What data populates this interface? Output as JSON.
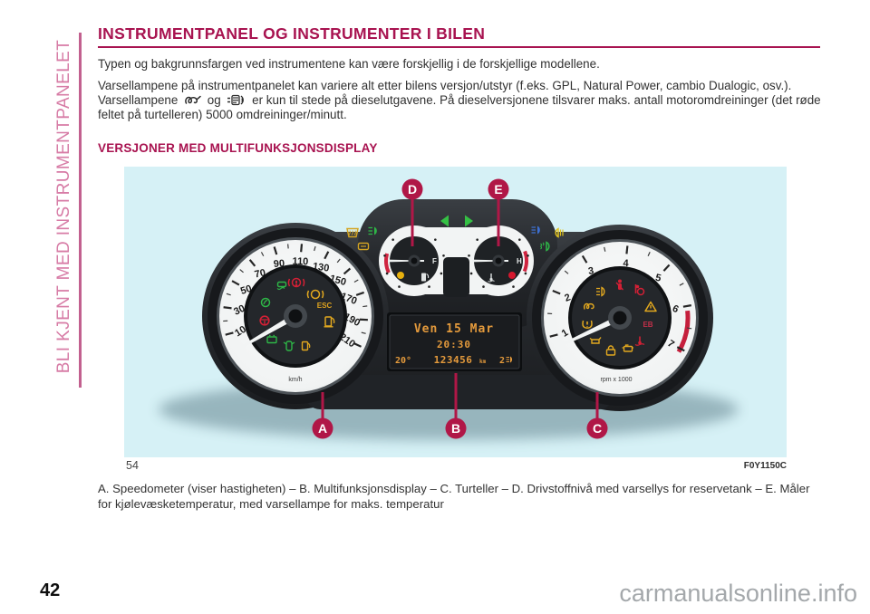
{
  "sidebar": {
    "label": "BLI KJENT MED INSTRUMENTPANELET"
  },
  "page": {
    "number": "42",
    "watermark": "carmanualsonline.info"
  },
  "article": {
    "title": "INSTRUMENTPANEL OG INSTRUMENTER I BILEN",
    "paragraph1": "Typen og bakgrunnsfargen ved instrumentene kan være forskjellig i de forskjellige modellene.",
    "paragraph2_part1": "Varsellampene på instrumentpanelet kan variere alt etter bilens versjon/utstyr (f.eks. GPL, Natural Power, cambio Dualogic, osv.). Varsellampene",
    "paragraph2_conj": "og",
    "paragraph2_part2": "er kun til stede på dieselutgavene. På dieselversjonene tilsvarer maks. antall motoromdreininger (det røde feltet på turtelleren) 5000 omdreininger/minutt.",
    "section_heading": "VERSJONER MED MULTIFUNKSJONSDISPLAY",
    "caption": "A. Speedometer (viser hastigheten) – B. Multifunksjonsdisplay – C. Turteller – D. Drivstoffnivå med varsellys for reservetank – E. Måler for kjølevæsketemperatur, med varsellampe for maks. temperatur"
  },
  "figure": {
    "number": "54",
    "code": "F0Y1150C",
    "markers": {
      "a": "A",
      "b": "B",
      "c": "C",
      "d": "D",
      "e": "E"
    },
    "speedometer": {
      "unit": "km/h",
      "ticks": [
        "10",
        "30",
        "50",
        "70",
        "90",
        "110",
        "130",
        "150",
        "170",
        "190",
        "210"
      ],
      "esc_label": "ESC"
    },
    "tachometer": {
      "unit": "rpm x 1000",
      "ticks": [
        "1",
        "2",
        "3",
        "4",
        "5",
        "6",
        "7"
      ],
      "eb_label": "EB"
    },
    "fuel_gauge": {
      "full_label": "F"
    },
    "temp_gauge": {
      "hot_label": "H"
    },
    "display": {
      "date": "Ven 15 Mar",
      "time": "20:30",
      "temp": "20°",
      "odometer": "123456",
      "odo_unit": "km",
      "headlight_level": "2"
    }
  },
  "colors": {
    "accent_magenta": "#a81350",
    "sidebar_pink": "#d77ca6",
    "marker_crimson": "#b01747",
    "panel_background": "#d6f1f6",
    "lcd_amber": "#e49a3c",
    "lamp_yellow": "#e2a81f",
    "lamp_green": "#2eb647",
    "lamp_red": "#d32035",
    "lamp_blue": "#3d6fd1"
  }
}
